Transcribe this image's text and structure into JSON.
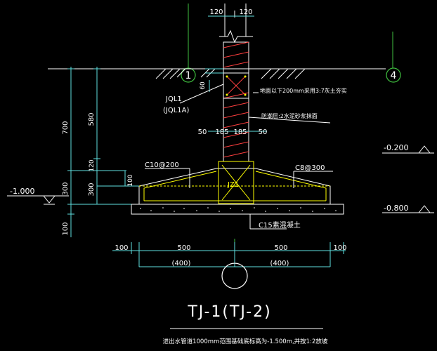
{
  "drawing": {
    "title": "TJ-1(TJ-2)",
    "note": "进出水管道1000mm范围基础底标高为-1.500m,并按1:2放坡",
    "grid_left": "1",
    "grid_right": "4",
    "dims": {
      "top_left": "120",
      "top_right": "120",
      "d60": "60",
      "d700": "700",
      "d580": "580",
      "d120": "120",
      "d300a": "300",
      "d300b": "300",
      "d100a": "100",
      "d100b": "100",
      "d50l": "50",
      "d185l": "185",
      "d185r": "185",
      "d50r": "50",
      "bot_100l": "100",
      "bot_500l": "500",
      "bot_500r": "500",
      "bot_100r": "100",
      "bot_400l": "(400)",
      "bot_400r": "(400)"
    },
    "labels": {
      "jql1": "JQL1",
      "jql1a": "(JQL1A)",
      "ground_note": "地面以下200mm采用3:7灰土夯实",
      "moisture_note": "防潮层:2水泥砂浆抹面",
      "rebar_left": "C10@200",
      "rebar_right": "C8@300",
      "jz": "JZ1",
      "c15": "C15素混凝土"
    },
    "elevations": {
      "left": "-1.000",
      "right_top": "-0.200",
      "right_bottom": "-0.800"
    }
  }
}
